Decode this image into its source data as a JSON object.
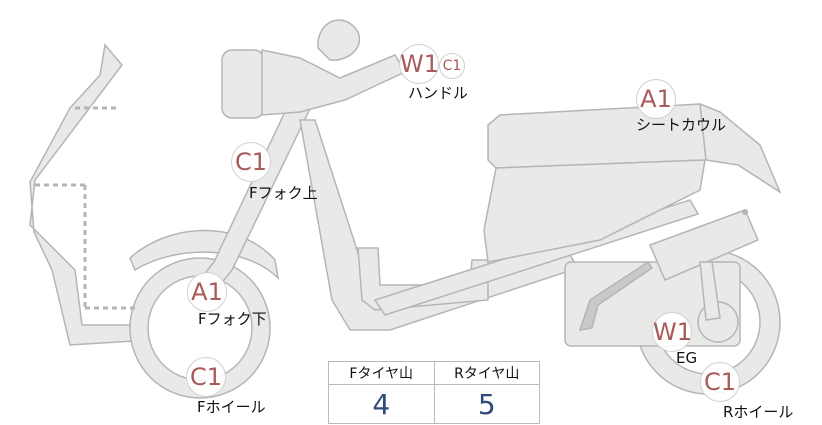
{
  "markers": [
    {
      "id": "handle",
      "code": "W1",
      "sub_code": "C1",
      "label": "ハンドル"
    },
    {
      "id": "seat-cowl",
      "code": "A1",
      "label": "シートカウル"
    },
    {
      "id": "f-fork-upper",
      "code": "C1",
      "label": "Fフォク上"
    },
    {
      "id": "f-fork-lower",
      "code": "A1",
      "label": "Fフォク下"
    },
    {
      "id": "f-wheel",
      "code": "C1",
      "label": "Fホイール"
    },
    {
      "id": "engine",
      "code": "W1",
      "label": "EG"
    },
    {
      "id": "r-wheel",
      "code": "C1",
      "label": "Rホイール"
    }
  ],
  "tire_table": {
    "headers": [
      "Fタイヤ山",
      "Rタイヤ山"
    ],
    "values": [
      "4",
      "5"
    ]
  },
  "colors": {
    "part_fill": "#e9e9e7",
    "part_stroke": "#b5b5b5",
    "code_text": "#a85a5a",
    "value_text": "#2f4b7c"
  }
}
